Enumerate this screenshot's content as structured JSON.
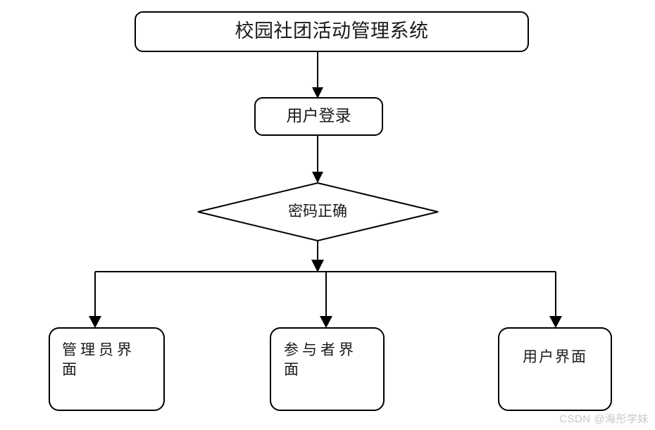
{
  "diagram": {
    "type": "flowchart",
    "title_node": {
      "id": "system-title",
      "label": "校园社团活动管理系统",
      "shape": "rounded-rectangle"
    },
    "nodes": [
      {
        "id": "user-login",
        "label": "用户登录",
        "shape": "rounded-rectangle"
      },
      {
        "id": "password-correct",
        "label": "密码正确",
        "shape": "diamond"
      },
      {
        "id": "admin-interface",
        "label": "管理员界面",
        "shape": "rounded-rectangle"
      },
      {
        "id": "participant-interface",
        "label": "参与者界面",
        "shape": "rounded-rectangle"
      },
      {
        "id": "user-interface",
        "label": "用户界面",
        "shape": "rounded-rectangle"
      }
    ],
    "edges": [
      {
        "from": "system-title",
        "to": "user-login",
        "label": ""
      },
      {
        "from": "user-login",
        "to": "password-correct",
        "label": ""
      },
      {
        "from": "password-correct",
        "to": "admin-interface",
        "label": ""
      },
      {
        "from": "password-correct",
        "to": "participant-interface",
        "label": ""
      },
      {
        "from": "password-correct",
        "to": "user-interface",
        "label": ""
      }
    ]
  },
  "watermark": {
    "text": "CSDN @海彤学妹",
    "color": "#c8c8c8"
  },
  "style": {
    "stroke_color": "#000000",
    "fill_color": "#ffffff",
    "text_color": "#1a1a1a",
    "background": "#ffffff"
  }
}
